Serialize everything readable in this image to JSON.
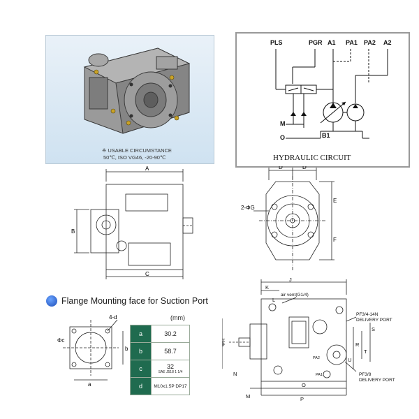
{
  "photo": {
    "note_line1": "※ USABLE CIRCUMSTANCE",
    "note_line2": "50℃, ISO VG46, -20-90℃"
  },
  "circuit": {
    "title": "HYDRAULIC CIRCUIT",
    "ports_top": [
      "PLS",
      "PGR",
      "A1",
      "PA1",
      "PA2",
      "A2"
    ],
    "port_m": "M",
    "port_o": "O",
    "port_b1": "B1"
  },
  "front_view": {
    "labels": {
      "A": "A",
      "B": "B",
      "C": "C"
    }
  },
  "side_view": {
    "labels": {
      "D": "D",
      "E": "E",
      "F": "F",
      "hole": "2-ΦG"
    }
  },
  "flange": {
    "title": "Flange Mounting face for Suction Port",
    "unit": "(mm)",
    "bolt_label": "4-d",
    "dia_label": "Φc",
    "a_label": "a",
    "b_label": "b",
    "rows": [
      {
        "key": "a",
        "value": "30.2",
        "sub": ""
      },
      {
        "key": "b",
        "value": "58.7",
        "sub": ""
      },
      {
        "key": "c",
        "value": "32",
        "sub": "SAE J518 1 1/4"
      },
      {
        "key": "d",
        "value": "M10x1.5P DP17",
        "sub": ""
      }
    ]
  },
  "bottom_view": {
    "air_vent": "air vent(G1/4)",
    "port1": "PF3/4-14N",
    "port1b": "DELIVERY PORT",
    "port2": "PF3/8",
    "port2b": "DELIVERY PORT",
    "labels": {
      "J": "J",
      "K": "K",
      "L": "L",
      "M": "M",
      "N": "N",
      "O": "O",
      "P": "P",
      "R": "R",
      "S": "S",
      "T": "T",
      "U": "U",
      "H": "ΦH",
      "PA2": "PA2",
      "PA1": "PA1"
    }
  }
}
